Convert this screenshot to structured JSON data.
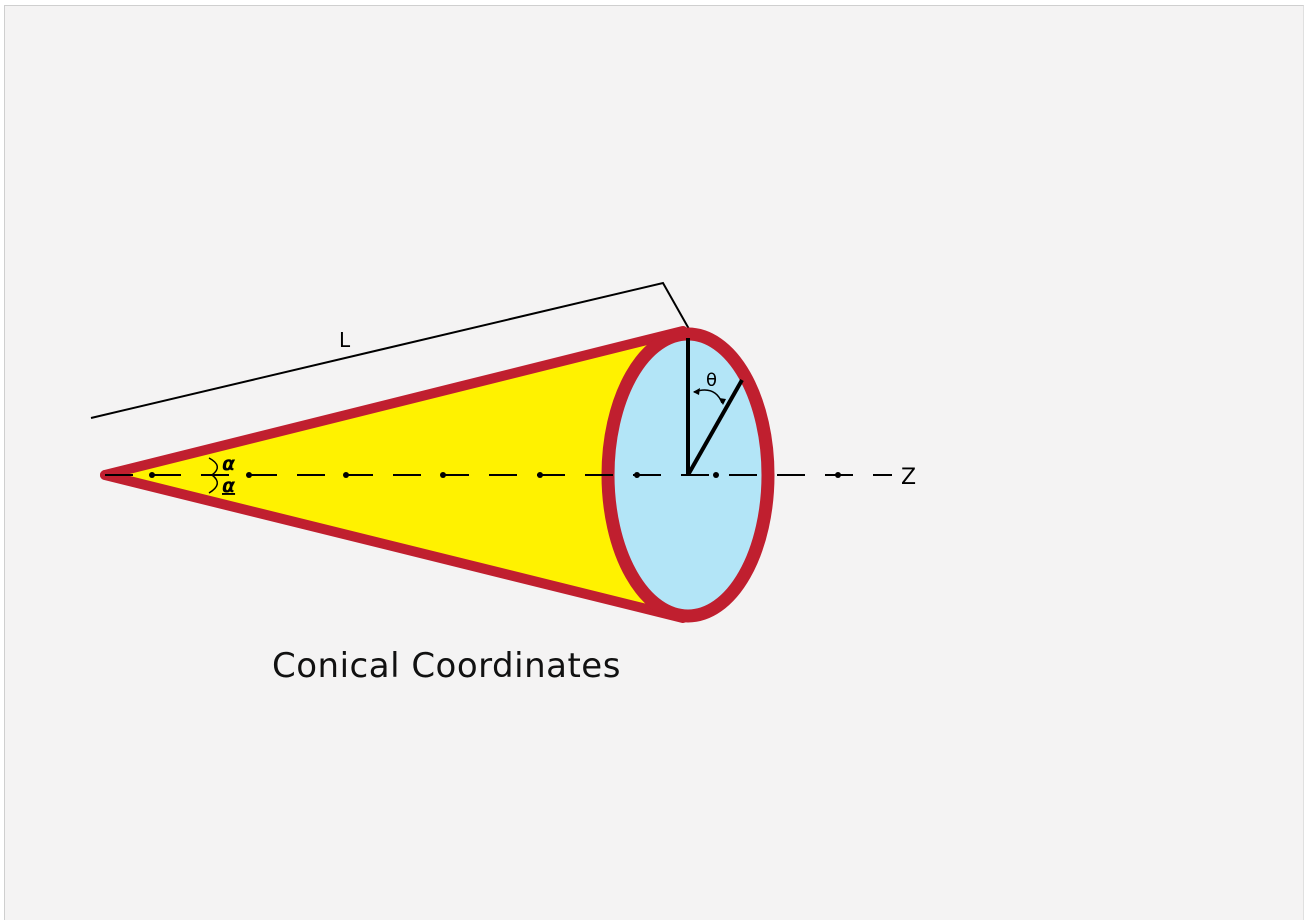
{
  "diagram": {
    "caption": "Conical Coordinates",
    "labels": {
      "length": "L",
      "angle_theta": "θ",
      "half_angle_upper": "α",
      "half_angle_lower": "α",
      "axis": "Z"
    },
    "colors": {
      "background": "#f4f3f3",
      "cone_fill": "#fff200",
      "cone_outline": "#c01f2f",
      "base_fill": "#b3e5f7",
      "lines": "#000000"
    }
  }
}
